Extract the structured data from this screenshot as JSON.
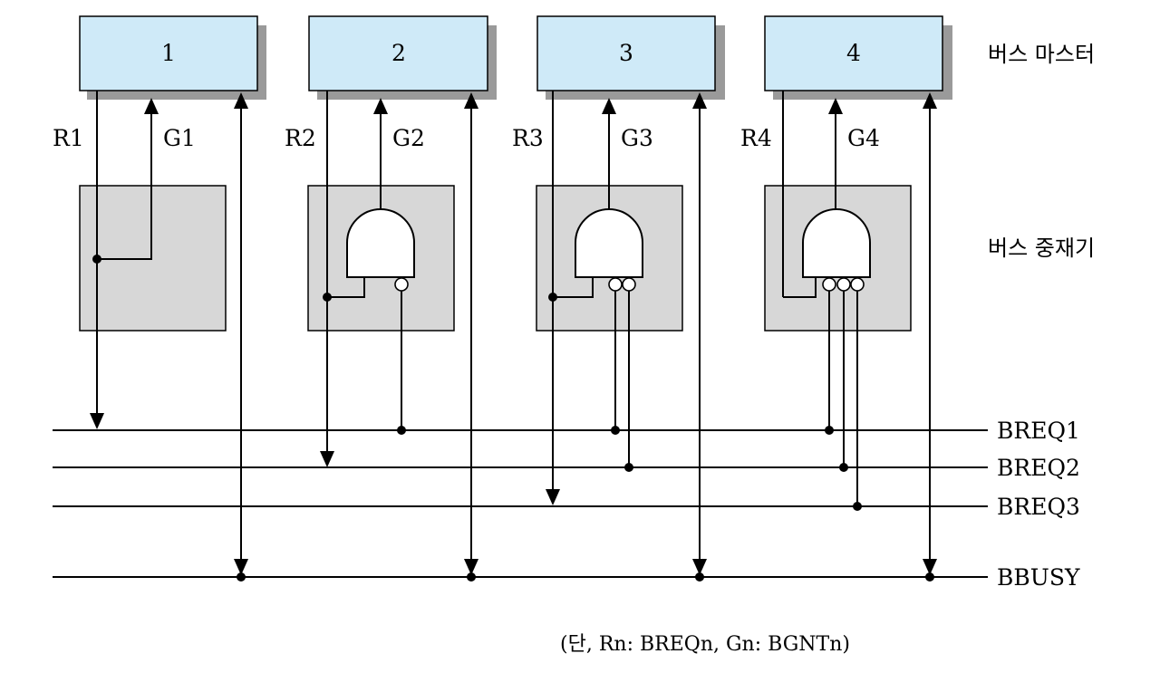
{
  "masters": [
    {
      "id": "1",
      "request": "R1",
      "grant": "G1"
    },
    {
      "id": "2",
      "request": "R2",
      "grant": "G2"
    },
    {
      "id": "3",
      "request": "R3",
      "grant": "G3"
    },
    {
      "id": "4",
      "request": "R4",
      "grant": "G4"
    }
  ],
  "labels": {
    "bus_master": "버스 마스터",
    "bus_arbiter": "버스 중재기"
  },
  "bus_lines": [
    "BREQ1",
    "BREQ2",
    "BREQ3",
    "BBUSY"
  ],
  "note": "(단, Rn: BREQn, Gn: BGNTn)",
  "colors": {
    "master_fill": "#cfeaf8",
    "arbiter_fill": "#d7d7d7",
    "shadow": "#9a9a9a"
  }
}
